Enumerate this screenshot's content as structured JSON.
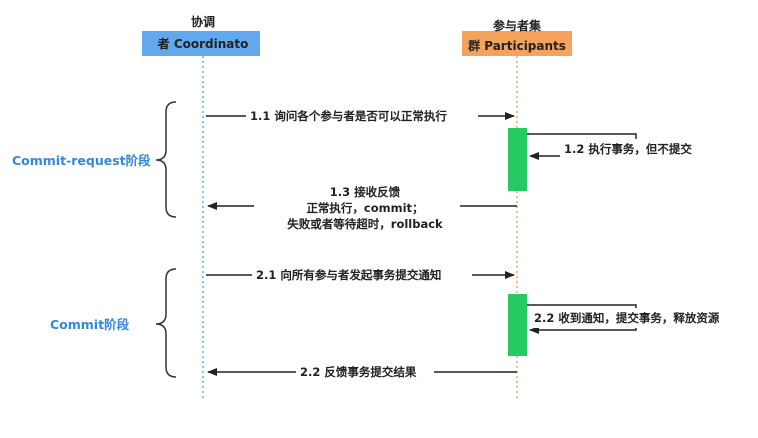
{
  "colors": {
    "coordinator_fill": "#61A8EC",
    "participant_fill": "#F5A25D",
    "activation_fill": "#27C962",
    "phase_text": "#3387E0",
    "arrow": "#222222",
    "brace": "#333333"
  },
  "participants": {
    "coordinator": {
      "line1": "协调",
      "line2": "者 Coordinato"
    },
    "participant": {
      "line1": "参与者集",
      "line2": "群 Participants"
    }
  },
  "phases": {
    "commit_request": {
      "label": "Commit-request阶段"
    },
    "commit": {
      "label": "Commit阶段"
    }
  },
  "messages": {
    "m1_1": "1.1 询问各个参与者是否可以正常执行",
    "m1_2": "1.2 执行事务，但不提交",
    "m1_3": {
      "line1": "1.3 接收反馈",
      "line2": "正常执行，commit；",
      "line3": "失败或者等待超时，rollback"
    },
    "m2_1": "2.1 向所有参与者发起事务提交通知",
    "m2_2_self": "2.2 收到通知，提交事务，释放资源",
    "m2_2_back": "2.2 反馈事务提交结果"
  }
}
